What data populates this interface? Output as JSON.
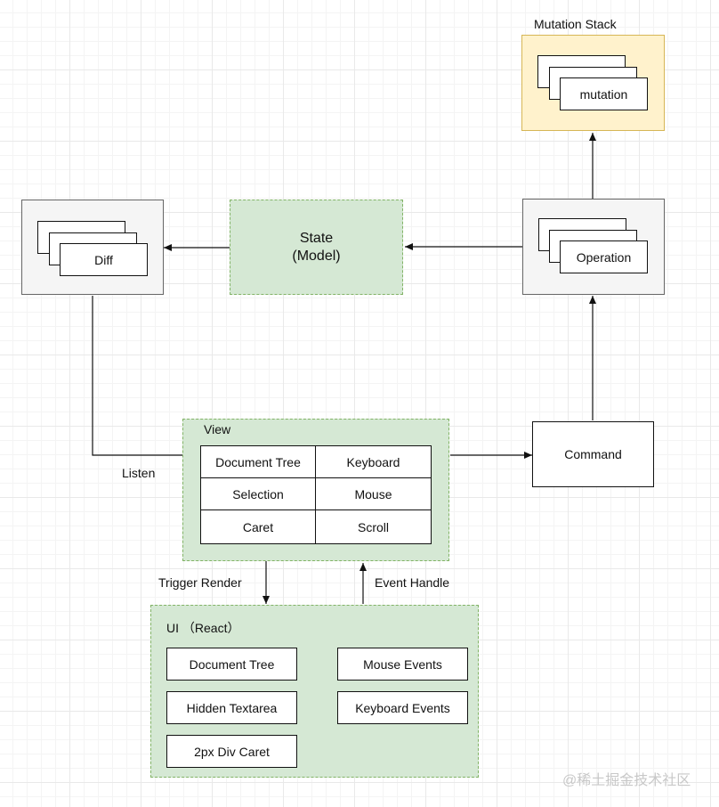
{
  "mutation_stack": {
    "title": "Mutation Stack",
    "item_label": "mutation"
  },
  "diff": {
    "label": "Diff"
  },
  "state": {
    "line1": "State",
    "line2": "(Model)"
  },
  "operation": {
    "label": "Operation"
  },
  "command": {
    "label": "Command"
  },
  "view": {
    "title": "View",
    "cells": [
      "Document Tree",
      "Keyboard",
      "Selection",
      "Mouse",
      "Caret",
      "Scroll"
    ]
  },
  "ui": {
    "title": "UI （React）",
    "items": {
      "document_tree": "Document Tree",
      "mouse_events": "Mouse Events",
      "hidden_textarea": "Hidden Textarea",
      "keyboard_events": "Keyboard Events",
      "div_caret": "2px Div Caret"
    }
  },
  "edge_labels": {
    "listen": "Listen",
    "trigger_render": "Trigger Render",
    "event_handle": "Event Handle"
  },
  "watermark": "@稀土掘金技术社区",
  "colors": {
    "green_fill": "#d5e8d4",
    "green_border": "#82b366",
    "yellow_fill": "#fff2cc",
    "yellow_border": "#d6b656",
    "gray_fill": "#f5f5f5"
  }
}
